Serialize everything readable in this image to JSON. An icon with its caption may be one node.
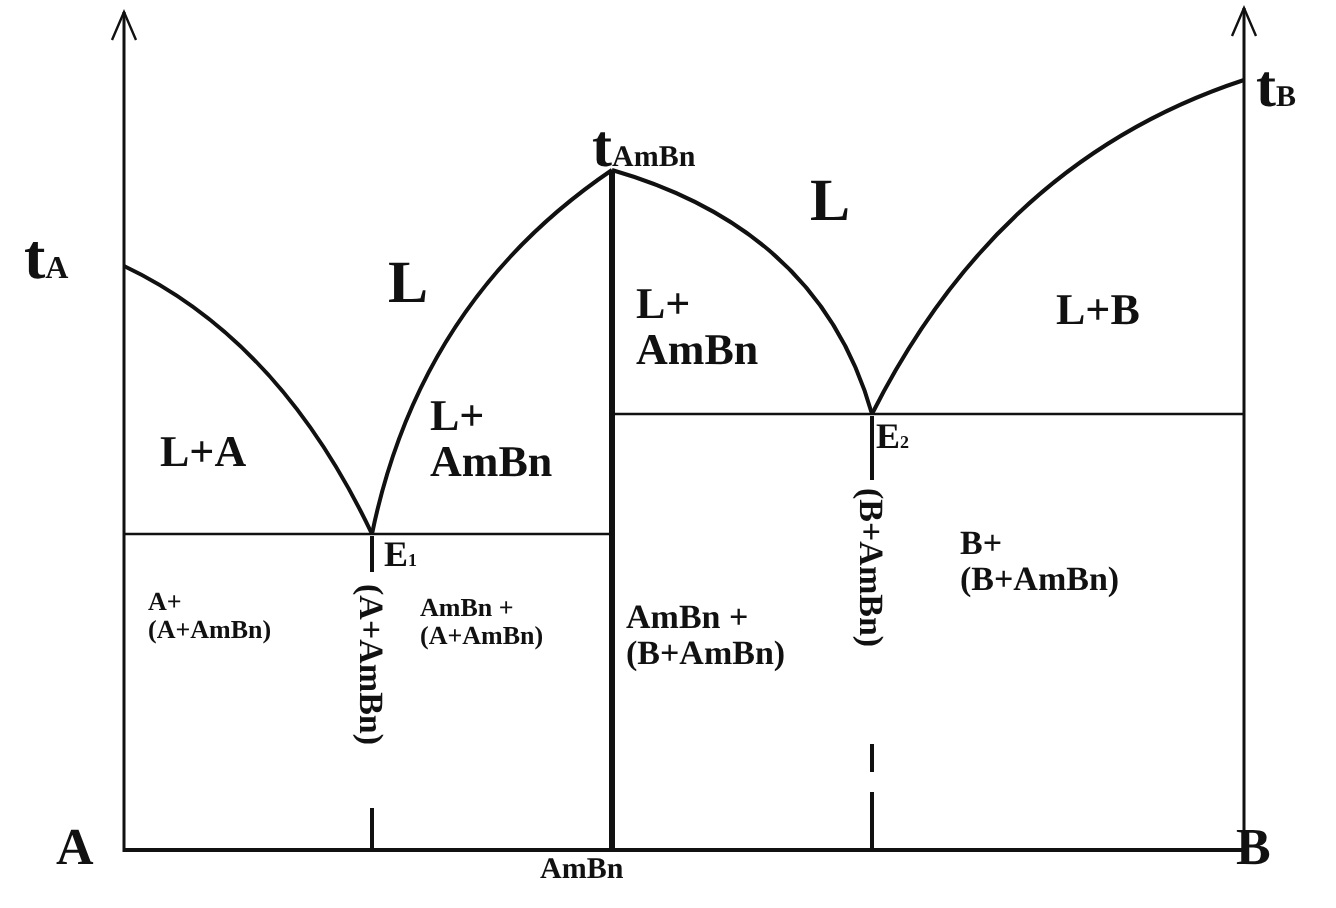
{
  "diagram": {
    "labels": [
      "t$_{AmBn}$",
      "t$_{B}$",
      "L",
      "t$_{A}$",
      "L",
      "L+ AmBn",
      "L+B",
      "L+A",
      "L+ AmBn",
      "E$_{2}$",
      "E$_{1}$",
      "B+ (B+AmBn)",
      "A+ (A+AmBn)",
      "(A+AmBn)",
      "AmBn + (A+AmBn)",
      "AmBn + (B+AmBn)",
      "(B+AmBn)",
      "A",
      "B",
      "AmBn"
    ]
  }
}
